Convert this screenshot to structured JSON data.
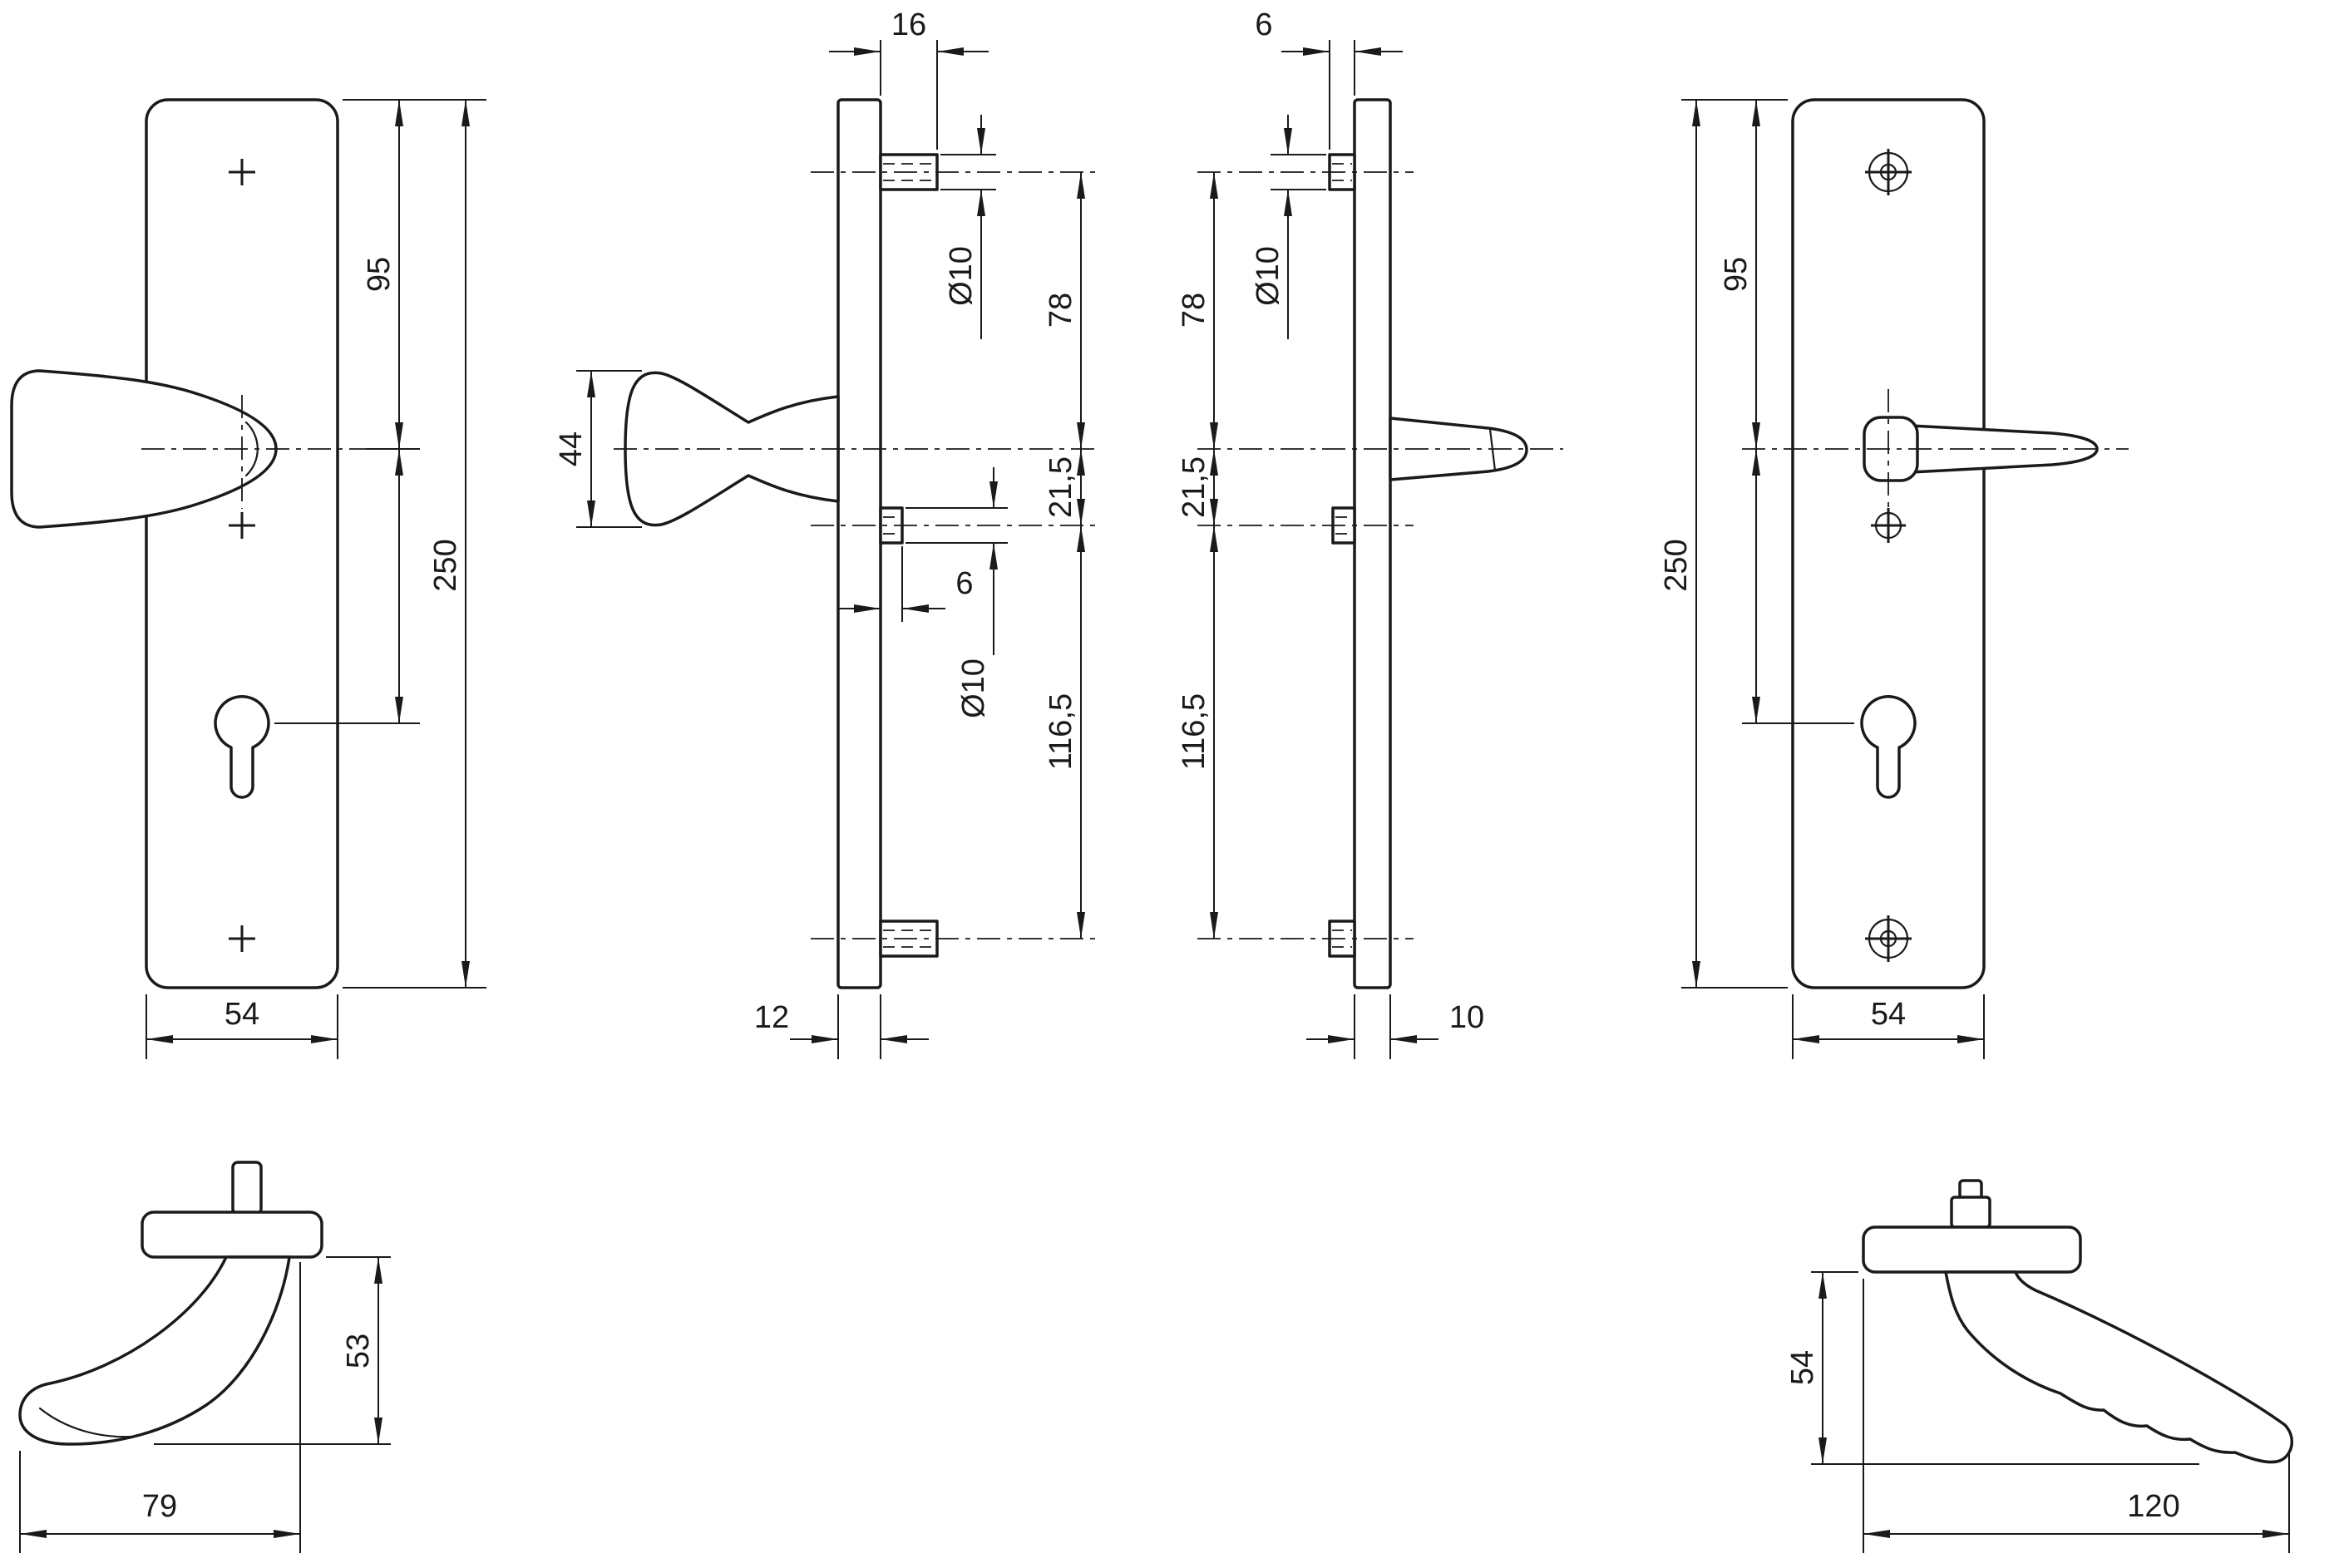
{
  "drawing": {
    "front_exterior": {
      "top_to_handle": "95",
      "height": "250",
      "width": "54"
    },
    "side_exterior": {
      "tab_depth": "16",
      "grip_height": "44",
      "hole_top": "Ø10",
      "top_to_handle": "78",
      "handle_to_screw": "21,5",
      "tab_width": "6",
      "hole_mid": "Ø10",
      "screw_to_bottom": "116,5",
      "plate_thickness": "12"
    },
    "side_interior": {
      "tab_depth": "6",
      "hole_top": "Ø10",
      "top_to_handle": "78",
      "handle_to_screw": "21,5",
      "screw_to_bottom": "116,5",
      "plate_thickness": "10"
    },
    "front_interior": {
      "top_to_handle": "95",
      "height": "250",
      "width": "54"
    },
    "grip_profile": {
      "height": "53",
      "length": "79"
    },
    "lever_profile": {
      "height": "54",
      "length": "120"
    }
  },
  "colors": {
    "line": "#1a1a1a",
    "background": "#ffffff"
  }
}
